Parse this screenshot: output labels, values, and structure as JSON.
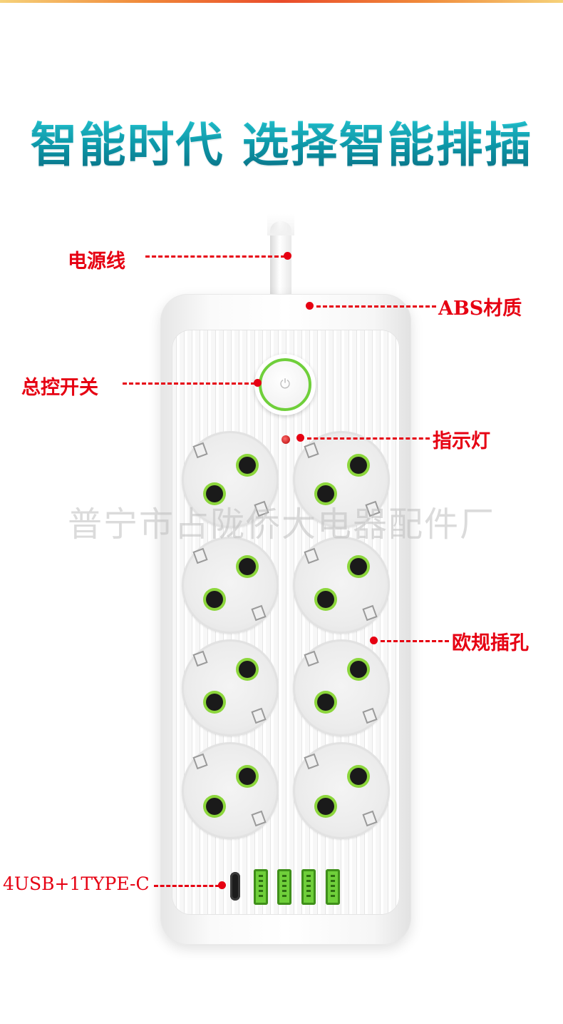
{
  "headline": "智能时代 选择智能排插",
  "watermark": "普宁市占陇侨大电器配件厂",
  "callouts": {
    "power_cord": "电源线",
    "material": "ABS材质",
    "master_switch": "总控开关",
    "indicator": "指示灯",
    "eu_socket": "欧规插孔",
    "usb_ports": "4USB+1TYPE-C"
  },
  "product": {
    "socket_count": 8,
    "usb_a_count": 4,
    "usb_c_count": 1,
    "power_icon": "power-icon"
  },
  "colors": {
    "headline": "#12a6b3",
    "callout": "#e60012",
    "accent_green": "#6fcf3a"
  }
}
